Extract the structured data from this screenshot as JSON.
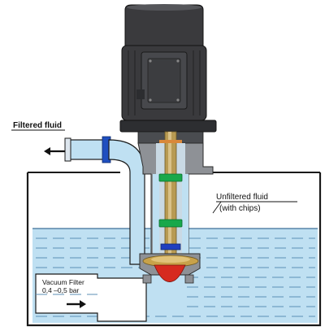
{
  "labels": {
    "filtered": "Filtered fluid",
    "unfiltered_1": "Unfiltered fluid",
    "unfiltered_2": "(with chips)",
    "vacuum_1": "Vacuum Filter",
    "vacuum_2": "0,4 –0,5 bar"
  },
  "colors": {
    "fluid": "#bfe0f2",
    "fluid_line": "#5b8fb5",
    "motor": "#3a3a3d",
    "pump_body": "#8e9196",
    "shaft": "#b89a52",
    "coupling_green": "#18a84a",
    "coupling_blue": "#1f3fbf",
    "impeller": "#c8a24a",
    "impeller_red": "#d62a1f"
  }
}
